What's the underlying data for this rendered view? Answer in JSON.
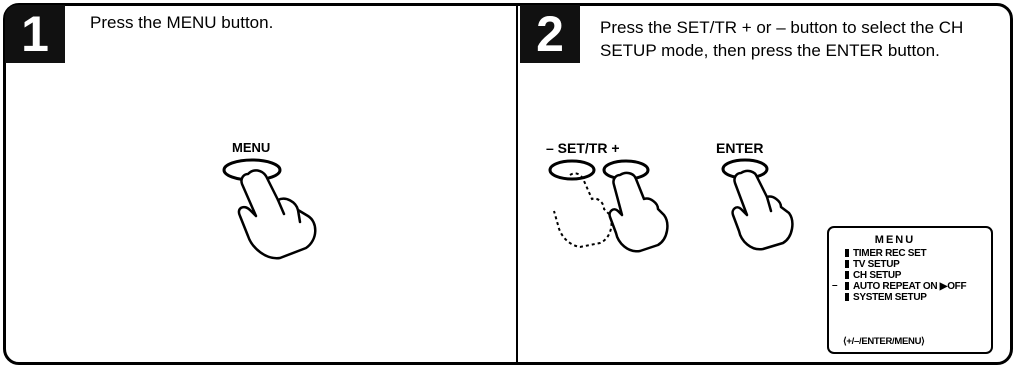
{
  "steps": [
    {
      "number": "1",
      "instruction": "Press the MENU button.",
      "buttons": [
        {
          "label": "MENU"
        }
      ]
    },
    {
      "number": "2",
      "instruction": "Press the SET/TR + or – button to select the CH SETUP mode, then press the ENTER button.",
      "buttons": [
        {
          "label": "– SET/TR +"
        },
        {
          "label": "ENTER"
        }
      ]
    }
  ],
  "osd": {
    "title": "MENU",
    "items": [
      {
        "label": "TIMER REC SET"
      },
      {
        "label": "TV SETUP"
      },
      {
        "label": "CH SETUP"
      },
      {
        "label": "AUTO REPEAT   ON ▶OFF"
      },
      {
        "label": "SYSTEM  SETUP"
      }
    ],
    "cursor": "–",
    "footer": "⟨+/–/ENTER/MENU⟩"
  },
  "icons": [
    "hand-pointer-icon",
    "oval-button-icon"
  ]
}
